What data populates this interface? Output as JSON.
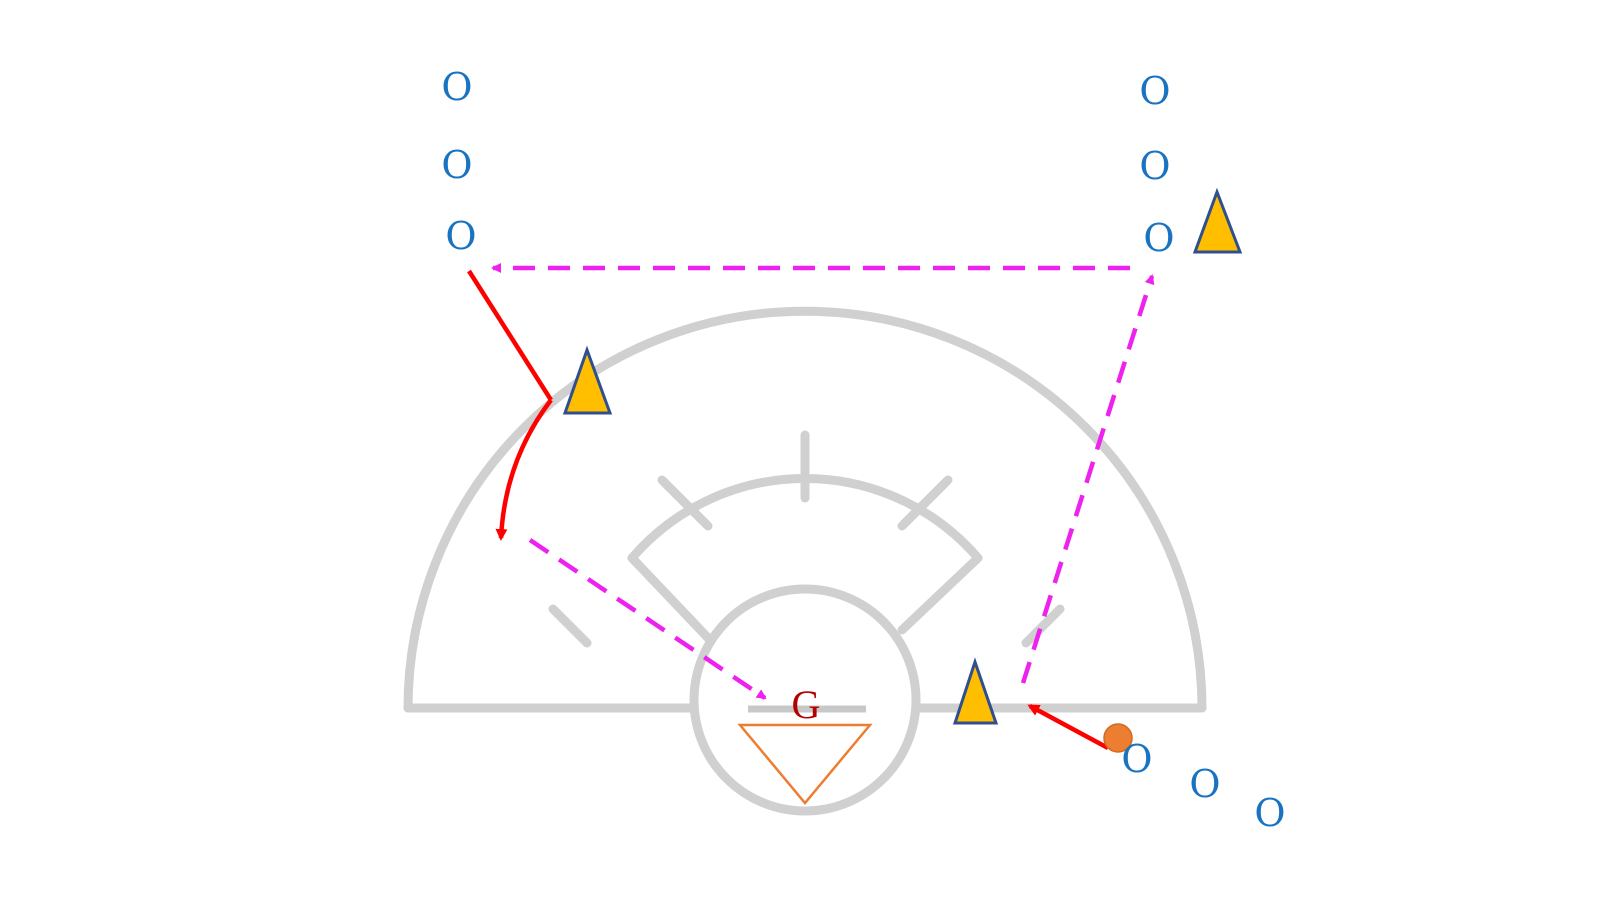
{
  "diagram": {
    "goalie_label": "G",
    "player_symbol": "O",
    "colors": {
      "player": "#1a73c0",
      "cone_fill": "#ffbf00",
      "cone_stroke": "#2f4f8f",
      "run": "#ff0000",
      "pass": "#ee22ee",
      "ball": "#ed7d31",
      "goal": "#ed7d31",
      "goalie_label": "#b30000",
      "court": "#d0d0d0"
    },
    "players": {
      "left_line": [
        "O",
        "O",
        "O"
      ],
      "right_line": [
        "O",
        "O",
        "O"
      ],
      "bottom_line": [
        "O",
        "O",
        "O"
      ]
    },
    "cones": [
      "cone-top-right",
      "cone-left",
      "cone-bottom-right"
    ],
    "icons": {
      "cone": "cone-icon",
      "ball": "ball-icon",
      "goal": "goal-icon"
    }
  }
}
